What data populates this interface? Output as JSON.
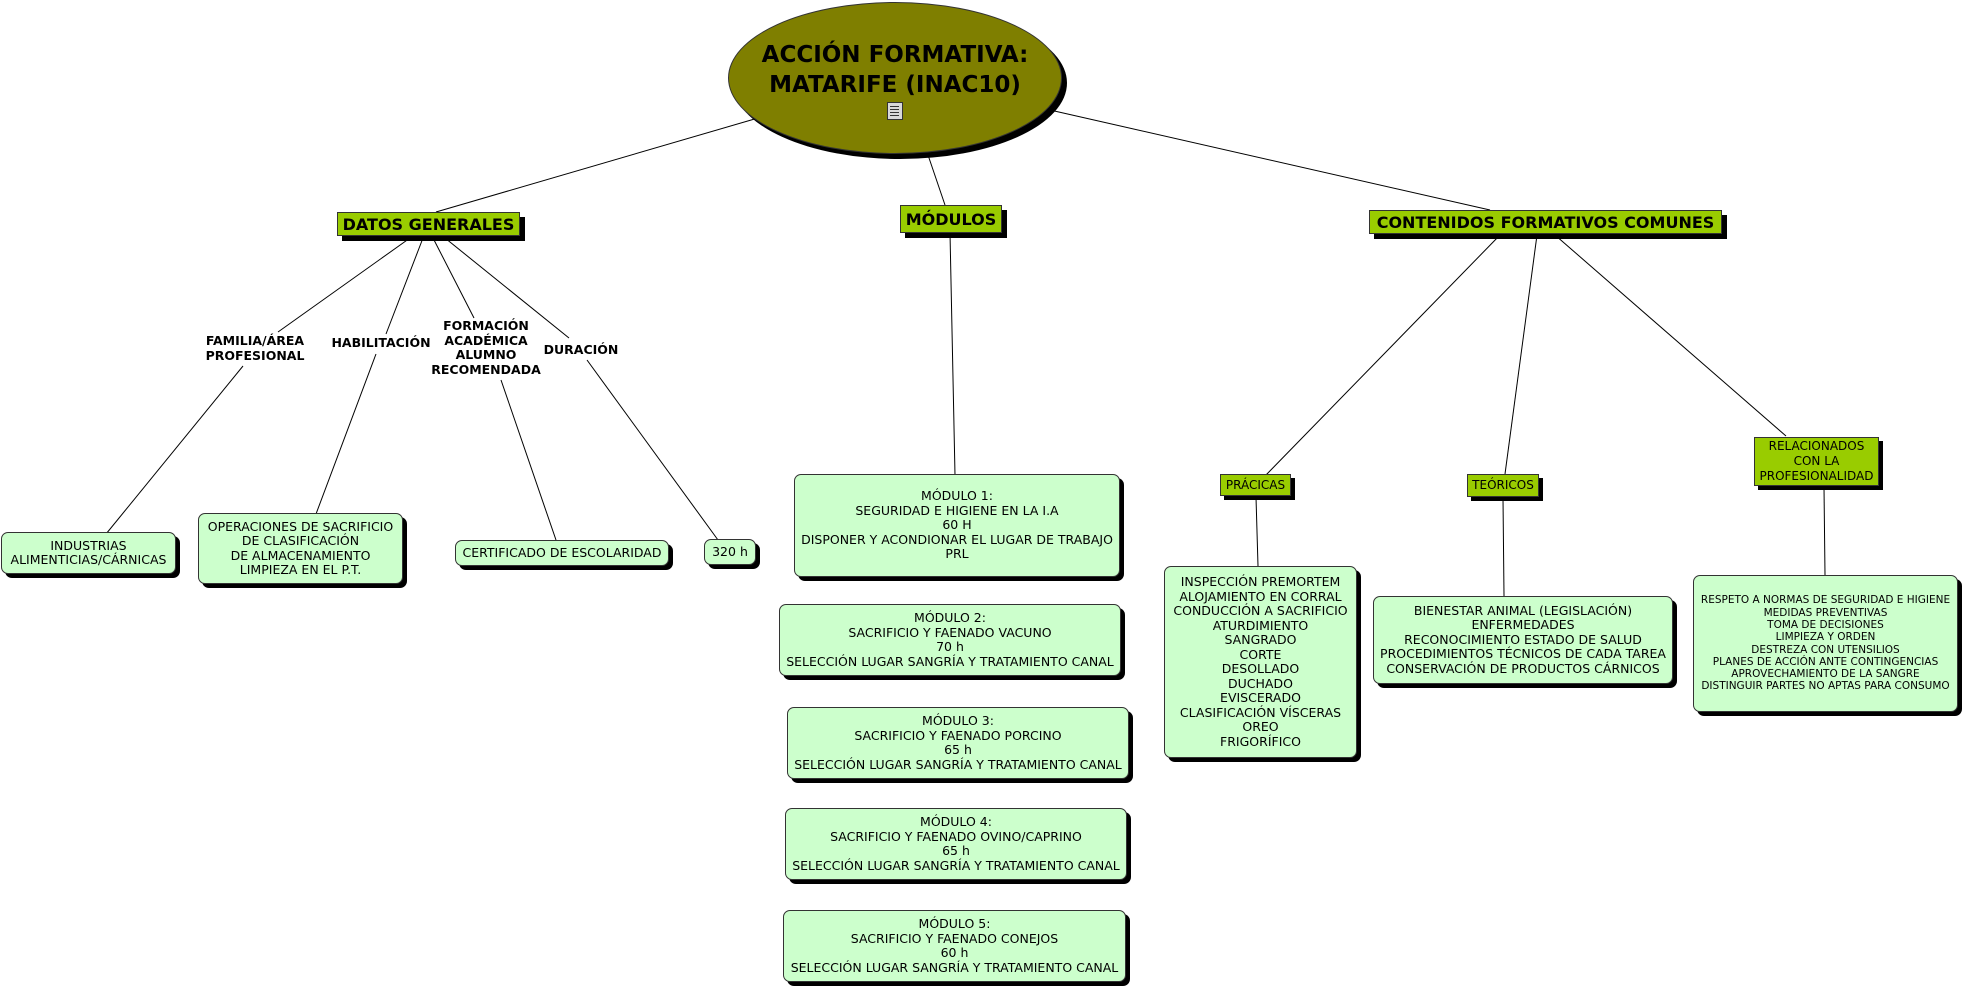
{
  "root": {
    "title": "ACCIÓN FORMATIVA:\nMATARIFE (INAC10)",
    "icon": "document-icon"
  },
  "categories": {
    "datos": "DATOS GENERALES",
    "modulos": "MÓDULOS",
    "contenidos": "CONTENIDOS FORMATIVOS COMUNES"
  },
  "linking_phrases": {
    "familia": "FAMILIA/ÁREA\nPROFESIONAL",
    "habilitacion": "HABILITACIÓN",
    "formacion": "FORMACIÓN\nACADÉMICA\nALUMNO\nRECOMENDADA",
    "duracion": "DURACIÓN"
  },
  "datos_generales": {
    "familia": "INDUSTRIAS\nALIMENTICIAS/CÁRNICAS",
    "habilitacion": "OPERACIONES DE SACRIFICIO\nDE CLASIFICACIÓN\nDE ALMACENAMIENTO\nLIMPIEZA EN EL P.T.",
    "formacion": "CERTIFICADO DE ESCOLARIDAD",
    "duracion": "320 h"
  },
  "modulos": [
    "MÓDULO 1:\nSEGURIDAD E HIGIENE EN LA I.A\n60 H\nDISPONER Y ACONDIONAR EL LUGAR DE TRABAJO\nPRL",
    "MÓDULO 2:\nSACRIFICIO Y FAENADO VACUNO\n70 h\nSELECCIÓN LUGAR SANGRÍA Y TRATAMIENTO CANAL",
    "MÓDULO 3:\nSACRIFICIO Y FAENADO PORCINO\n65 h\nSELECCIÓN LUGAR SANGRÍA Y TRATAMIENTO CANAL",
    "MÓDULO 4:\nSACRIFICIO Y FAENADO OVINO/CAPRINO\n65 h\nSELECCIÓN LUGAR SANGRÍA Y TRATAMIENTO CANAL",
    "MÓDULO 5:\nSACRIFICIO Y FAENADO CONEJOS\n60 h\nSELECCIÓN LUGAR SANGRÍA Y TRATAMIENTO CANAL"
  ],
  "contenidos": {
    "practicas_label": "PRÁCICAS",
    "teoricos_label": "TEÓRICOS",
    "relacionados_label": "RELACIONADOS\nCON LA\nPROFESIONALIDAD",
    "practicas": "INSPECCIÓN PREMORTEM\nALOJAMIENTO EN CORRAL\nCONDUCCIÓN A SACRIFICIO\nATURDIMIENTO\nSANGRADO\nCORTE\nDESOLLADO\nDUCHADO\nEVISCERADO\nCLASIFICACIÓN VÍSCERAS\nOREO\nFRIGORÍFICO",
    "teoricos": "BIENESTAR ANIMAL (LEGISLACIÓN)\nENFERMEDADES\nRECONOCIMIENTO ESTADO DE SALUD\nPROCEDIMIENTOS TÉCNICOS DE CADA TAREA\nCONSERVACIÓN DE PRODUCTOS CÁRNICOS",
    "relacionados": "RESPETO A NORMAS DE SEGURIDAD E HIGIENE\nMEDIDAS PREVENTIVAS\nTOMA DE DECISIONES\nLIMPIEZA Y ORDEN\nDESTREZA CON UTENSILIOS\nPLANES DE ACCIÓN ANTE CONTINGENCIAS\nAPROVECHAMIENTO DE LA SANGRE\nDISTINGUIR PARTES NO APTAS PARA CONSUMO"
  },
  "colors": {
    "root": "#7f7f00",
    "category": "#99cc00",
    "leaf": "#ccffcc",
    "line": "#000000"
  }
}
